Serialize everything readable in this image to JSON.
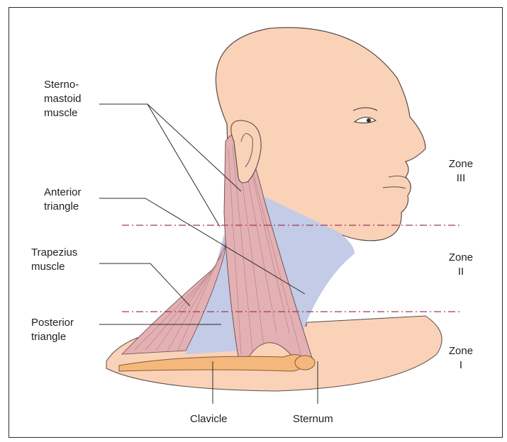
{
  "labels": {
    "sternomastoid": "Sterno-\nmastoid\nmuscle",
    "anterior_triangle": "Anterior\ntriangle",
    "trapezius": "Trapezius\nmuscle",
    "posterior_triangle": "Posterior\ntriangle",
    "clavicle": "Clavicle",
    "sternum": "Sternum"
  },
  "zones": {
    "zone3": "Zone\nIII",
    "zone2": "Zone\nII",
    "zone1": "Zone\nI"
  },
  "colors": {
    "skin": "#f9d2b8",
    "muscle": "#e3b0b4",
    "triangle": "#c3cbe6",
    "bone": "#f4b87c",
    "zone_line": "#a23a55"
  }
}
